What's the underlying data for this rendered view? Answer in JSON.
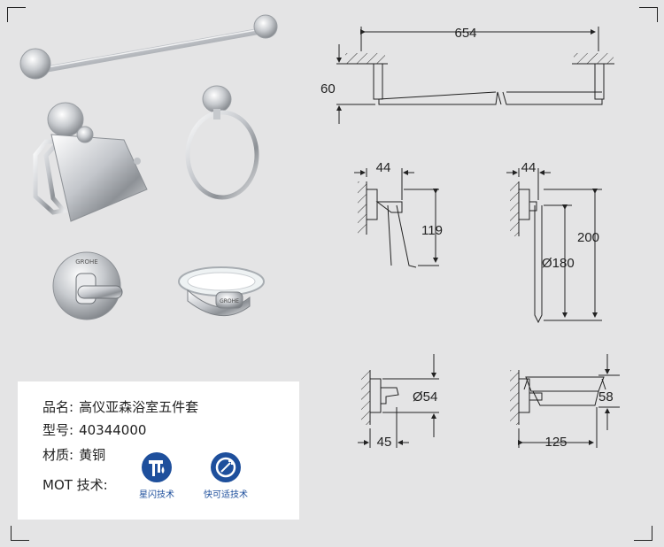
{
  "specs": {
    "name_label": "品名:",
    "name_value": "高仪亚森浴室五件套",
    "model_label": "型号:",
    "model_value": "40344000",
    "material_label": "材质:",
    "material_value": "黄铜",
    "tech_label": "MOT 技术:"
  },
  "badges": [
    {
      "label": "星闪技术",
      "icon": "brush-drop-icon"
    },
    {
      "label": "快可适技术",
      "icon": "quick-fix-icon"
    }
  ],
  "dimensions": {
    "towel_bar_width": "654",
    "towel_bar_depth": "60",
    "paper_holder_depth": "44",
    "paper_holder_height": "119",
    "ring_depth": "44",
    "ring_height": "200",
    "ring_diameter": "Ø180",
    "hook_diameter": "Ø54",
    "hook_depth": "45",
    "soap_dish_height": "58",
    "soap_dish_width": "125"
  },
  "colors": {
    "background": "#e4e4e5",
    "badge_blue": "#1e4f9c",
    "chrome": "#c9ccd0"
  }
}
